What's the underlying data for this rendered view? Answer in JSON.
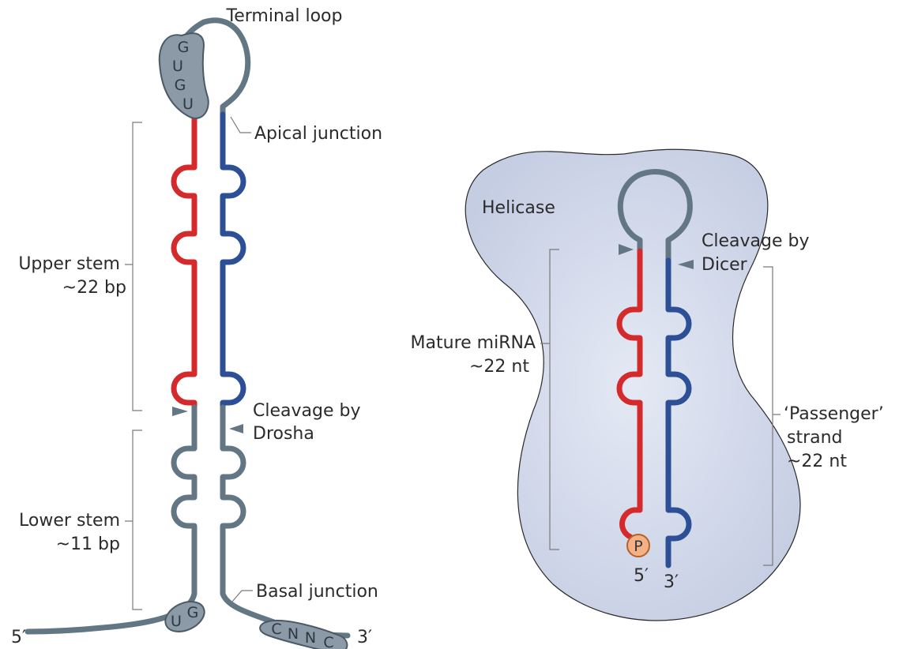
{
  "pri_mirna": {
    "terminal_loop_label": "Terminal loop",
    "apical_junction_label": "Apical junction",
    "upper_stem_label": "Upper stem",
    "upper_stem_size": "~22 bp",
    "drosha_cleavage_line1": "Cleavage by",
    "drosha_cleavage_line2": "Drosha",
    "lower_stem_label": "Lower stem",
    "lower_stem_size": "~11 bp",
    "basal_junction_label": "Basal junction",
    "five_prime": "5′",
    "three_prime": "3′",
    "motif_gugu": [
      "G",
      "U",
      "G",
      "U"
    ],
    "motif_ug": [
      "U",
      "G"
    ],
    "motif_cnnc": [
      "C",
      "N",
      "N",
      "C"
    ]
  },
  "pre_mirna": {
    "helicase_label": "Helicase",
    "dicer_cleavage_line1": "Cleavage by",
    "dicer_cleavage_line2": "Dicer",
    "mature_label": "Mature miRNA",
    "mature_size": "~22 nt",
    "passenger_line1": "‘Passenger’",
    "passenger_line2": "strand",
    "passenger_size": "~22 nt",
    "phosphate": "P",
    "five_prime": "5′",
    "three_prime": "3′"
  },
  "colors": {
    "backbone": "#637683",
    "guide_strand": "#d42a2b",
    "passenger_strand": "#2c4f95",
    "helicase_fill": "#cfd6e8",
    "motif_fill": "#8b9aa6",
    "phosphate_fill": "#f4b183"
  }
}
